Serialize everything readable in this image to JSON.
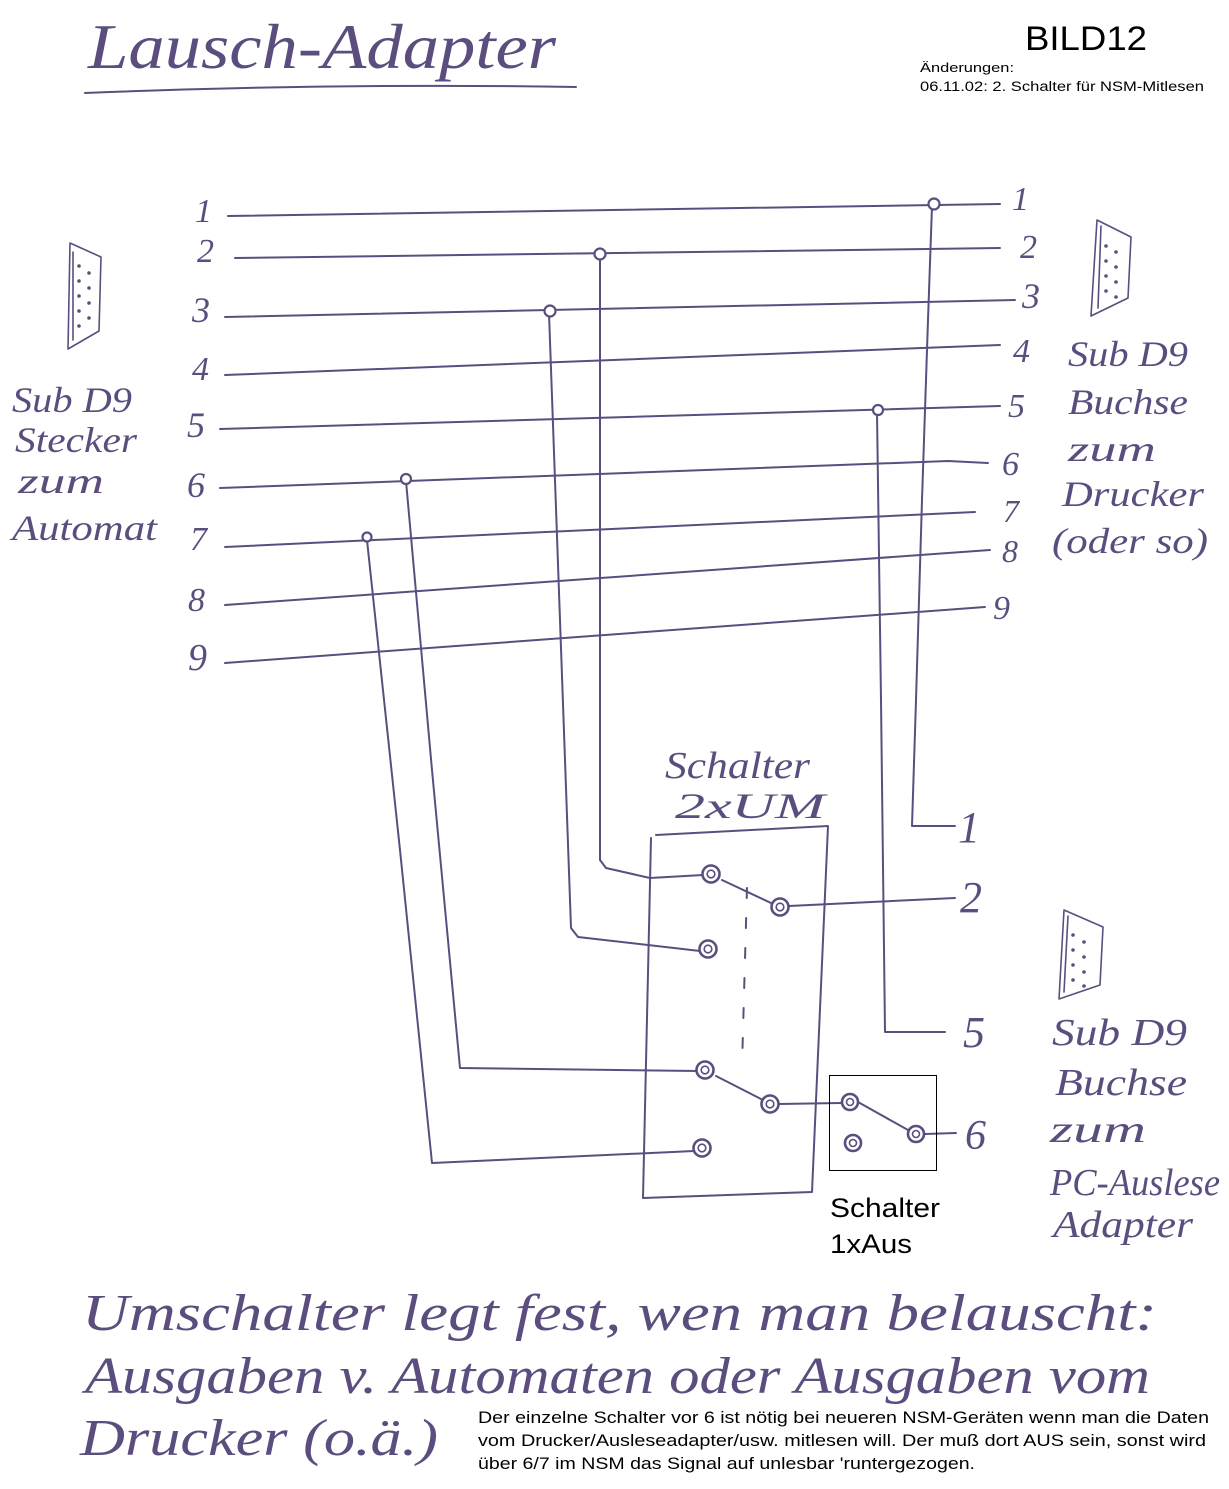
{
  "header": {
    "title": "Lausch-Adapter",
    "figure_id": "BILD12",
    "changes_label": "Änderungen:",
    "changes_entry": "06.11.02: 2. Schalter für NSM-Mitlesen"
  },
  "colors": {
    "ink": "#5b4e7e",
    "print": "#000000",
    "background": "#ffffff"
  },
  "left_connector": {
    "icon": "sub-d9-connector-icon",
    "label_lines": [
      "Sub D9",
      "Stecker",
      "zum",
      "Automat"
    ],
    "pins": [
      "1",
      "2",
      "3",
      "4",
      "5",
      "6",
      "7",
      "8",
      "9"
    ]
  },
  "right_connector": {
    "icon": "sub-d9-connector-icon",
    "label_lines": [
      "Sub D9",
      "Buchse",
      "zum",
      "Drucker",
      "(oder so)"
    ],
    "pins": [
      "1",
      "2",
      "3",
      "4",
      "5",
      "6",
      "7",
      "8",
      "9"
    ]
  },
  "changeover_switch": {
    "label_lines": [
      "Schalter",
      "2xUM"
    ]
  },
  "onoff_switch": {
    "label_lines": [
      "Schalter",
      "1xAus"
    ]
  },
  "pc_connector": {
    "icon": "sub-d9-connector-icon",
    "label_lines": [
      "Sub D9",
      "Buchse",
      "zum",
      "PC-Auslese",
      "Adapter"
    ],
    "pins": [
      "1",
      "2",
      "5",
      "6"
    ]
  },
  "caption_lines": [
    "Umschalter legt fest, wen man belauscht:",
    "Ausgaben v. Automaten oder Ausgaben vom",
    "Drucker (o.ä.)"
  ],
  "note_lines": [
    "Der einzelne Schalter vor 6 ist nötig bei neueren NSM-Geräten wenn man die Daten",
    "vom Drucker/Ausleseadapter/usw. mitlesen will. Der muß dort AUS sein, sonst wird",
    "über 6/7 im NSM das Signal auf unlesbar 'runtergezogen."
  ]
}
